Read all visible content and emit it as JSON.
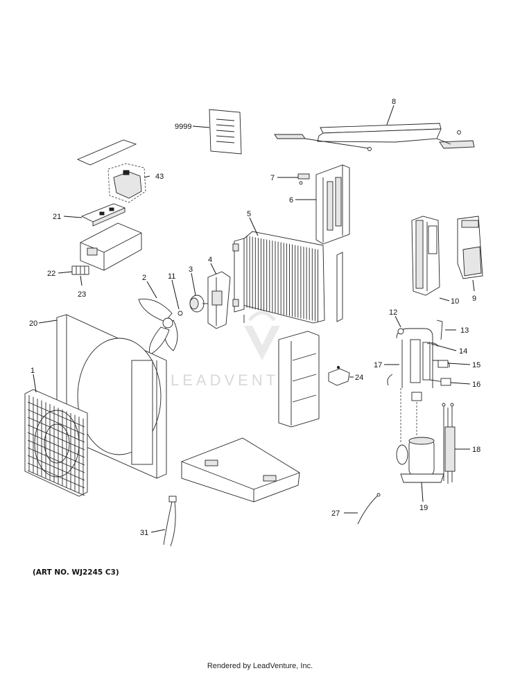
{
  "labels": {
    "p1": "1",
    "p2": "2",
    "p3": "3",
    "p4": "4",
    "p5": "5",
    "p6": "6",
    "p7": "7",
    "p8": "8",
    "p9": "9",
    "p10": "10",
    "p11": "11",
    "p12": "12",
    "p13": "13",
    "p14": "14",
    "p15": "15",
    "p16": "16",
    "p17": "17",
    "p18": "18",
    "p19": "19",
    "p20": "20",
    "p21": "21",
    "p22": "22",
    "p23": "23",
    "p24": "24",
    "p27": "27",
    "p31": "31",
    "p43": "43",
    "p9999": "9999"
  },
  "art_no": "(ART NO. WJ2245 C3)",
  "footer": "Rendered by LeadVenture, Inc.",
  "watermark": "LEADVENTURE"
}
